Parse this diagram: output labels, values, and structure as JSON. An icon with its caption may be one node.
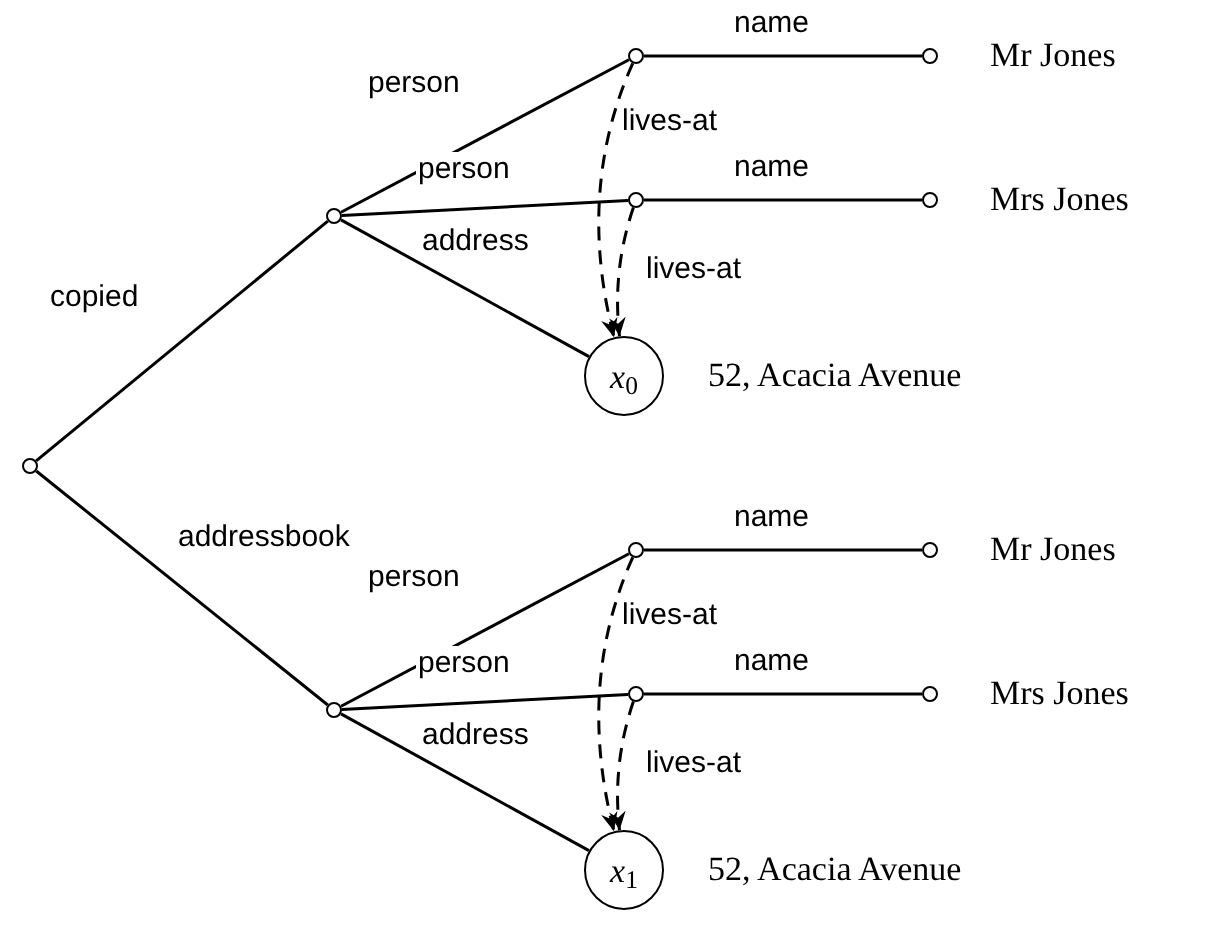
{
  "diagram": {
    "nodes": [
      {
        "text": [],
        "shape": "circle"
      },
      {
        "text": [],
        "shape": "circle"
      },
      {
        "text": [],
        "shape": "circle"
      },
      {
        "text": [],
        "shape": "circle",
        "beside": [
          "Mr Jones"
        ]
      },
      {
        "text": [],
        "shape": "circle"
      },
      {
        "text": [],
        "shape": "circle",
        "beside": [
          "Mrs Jones"
        ]
      },
      {
        "text": [
          "*x*$_{0}$"
        ],
        "beside": [
          "52, Acacia Avenue"
        ]
      },
      {
        "text": [],
        "shape": "circle"
      },
      {
        "text": [],
        "shape": "circle"
      },
      {
        "text": [],
        "shape": "circle",
        "beside": [
          "Mr Jones"
        ]
      },
      {
        "text": [],
        "shape": "circle"
      },
      {
        "text": [],
        "shape": "circle",
        "beside": [
          "Mrs Jones"
        ]
      },
      {
        "text": [
          "*x*$_{1}$"
        ],
        "beside": [
          "52, Acacia Avenue"
        ]
      }
    ],
    "edges": [
      {
        "from": 0,
        "to": 1,
        "arrow": "none",
        "label": "copied"
      },
      {
        "from": 0,
        "to": 7,
        "arrow": "none",
        "label": "addressbook"
      },
      {
        "from": 1,
        "to": 2,
        "arrow": "none",
        "label": "person"
      },
      {
        "from": 1,
        "to": 4,
        "arrow": "none",
        "label": "person"
      },
      {
        "from": 1,
        "to": 6,
        "arrow": "none",
        "label": "address"
      },
      {
        "from": 2,
        "to": 3,
        "arrow": "none",
        "label": "name"
      },
      {
        "from": 4,
        "to": 5,
        "arrow": "none",
        "label": "name"
      },
      {
        "from": 2,
        "to": 6,
        "arrow": "to",
        "label": "lives-at",
        "style": "dashed"
      },
      {
        "from": 4,
        "to": 6,
        "arrow": "to",
        "label": "lives-at",
        "style": "dashed"
      },
      {
        "from": 7,
        "to": 8,
        "arrow": "none",
        "label": "person"
      },
      {
        "from": 7,
        "to": 10,
        "arrow": "none",
        "label": "person"
      },
      {
        "from": 7,
        "to": 12,
        "arrow": "none",
        "label": "address"
      },
      {
        "from": 8,
        "to": 9,
        "arrow": "none",
        "label": "name"
      },
      {
        "from": 10,
        "to": 11,
        "arrow": "none",
        "label": "name"
      },
      {
        "from": 8,
        "to": 12,
        "arrow": "to",
        "label": "lives-at",
        "style": "dashed"
      },
      {
        "from": 10,
        "to": 12,
        "arrow": "to",
        "label": "lives-at",
        "style": "dashed"
      }
    ]
  }
}
